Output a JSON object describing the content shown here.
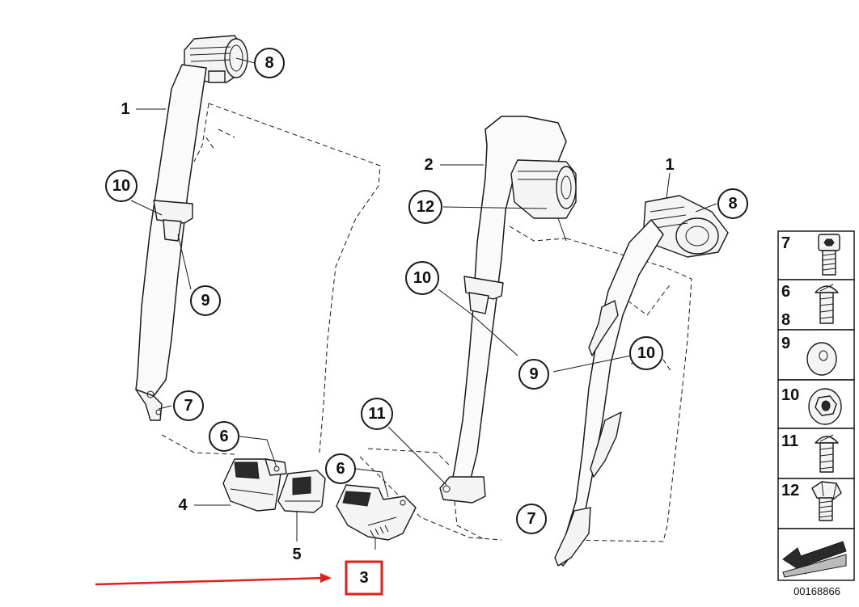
{
  "callouts": [
    "8",
    "1",
    "10",
    "9",
    "7",
    "6",
    "4",
    "5",
    "6",
    "3",
    "11",
    "2",
    "12",
    "10",
    "9",
    "1",
    "8",
    "10",
    "7"
  ],
  "legend": [
    "7",
    "6",
    "8",
    "9",
    "10",
    "11",
    "12"
  ],
  "legend_icons": [
    "socket-bolt-icon",
    "oval-head-screw-icon",
    "washer-icon",
    "collar-nut-icon",
    "oval-head-screw-11-icon",
    "hex-bolt-icon",
    "direction-arrow-icon"
  ],
  "highlight": {
    "part": "3",
    "color": "#e0201c"
  },
  "document_number": "00168866"
}
